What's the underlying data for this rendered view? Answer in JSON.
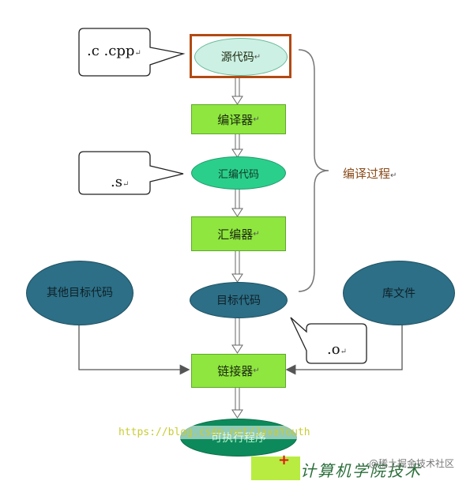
{
  "nodes": {
    "source_code": "源代码",
    "compiler": "编译器",
    "assembly_code": "汇编代码",
    "assembler": "汇编器",
    "object_code": "目标代码",
    "other_object_code": "其他目标代码",
    "library_files": "库文件",
    "linker": "链接器",
    "executable": "可执行程序"
  },
  "callouts": {
    "source_ext": ".c .cpp",
    "assembly_ext": ".s",
    "object_ext": ".o"
  },
  "compile_process_label": "编译过程",
  "para_mark": "↵",
  "watermark": {
    "url": "https://blog.csdn.net/JavaYouth",
    "site": "@稀土掘金技术社区"
  },
  "colors": {
    "rect_fill": "#8ee63f",
    "light_ellipse": "#ccf0e3",
    "green_ellipse": "#2bcf8c",
    "blue_ellipse": "#2c6f86",
    "dark_ellipse": "#0d8a5b",
    "highlight": "#b24a13",
    "arrow": "#555555"
  }
}
